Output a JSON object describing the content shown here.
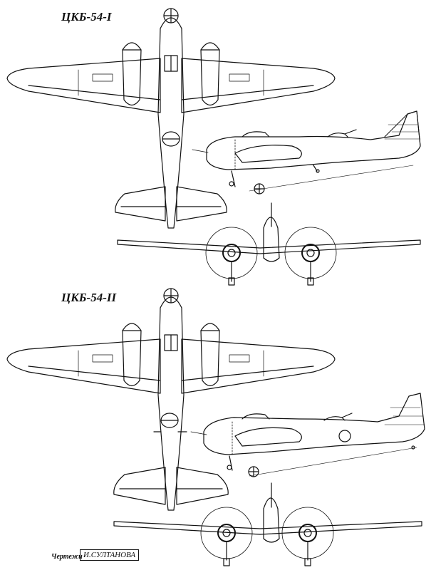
{
  "titles": {
    "variant_1": "ЦКБ-54-I",
    "variant_2": "ЦКБ-54-II"
  },
  "credit": {
    "label": "Чертежи",
    "author": "И.СУЛТАНОВА"
  },
  "colors": {
    "line": "#111111",
    "background": "#ffffff"
  }
}
